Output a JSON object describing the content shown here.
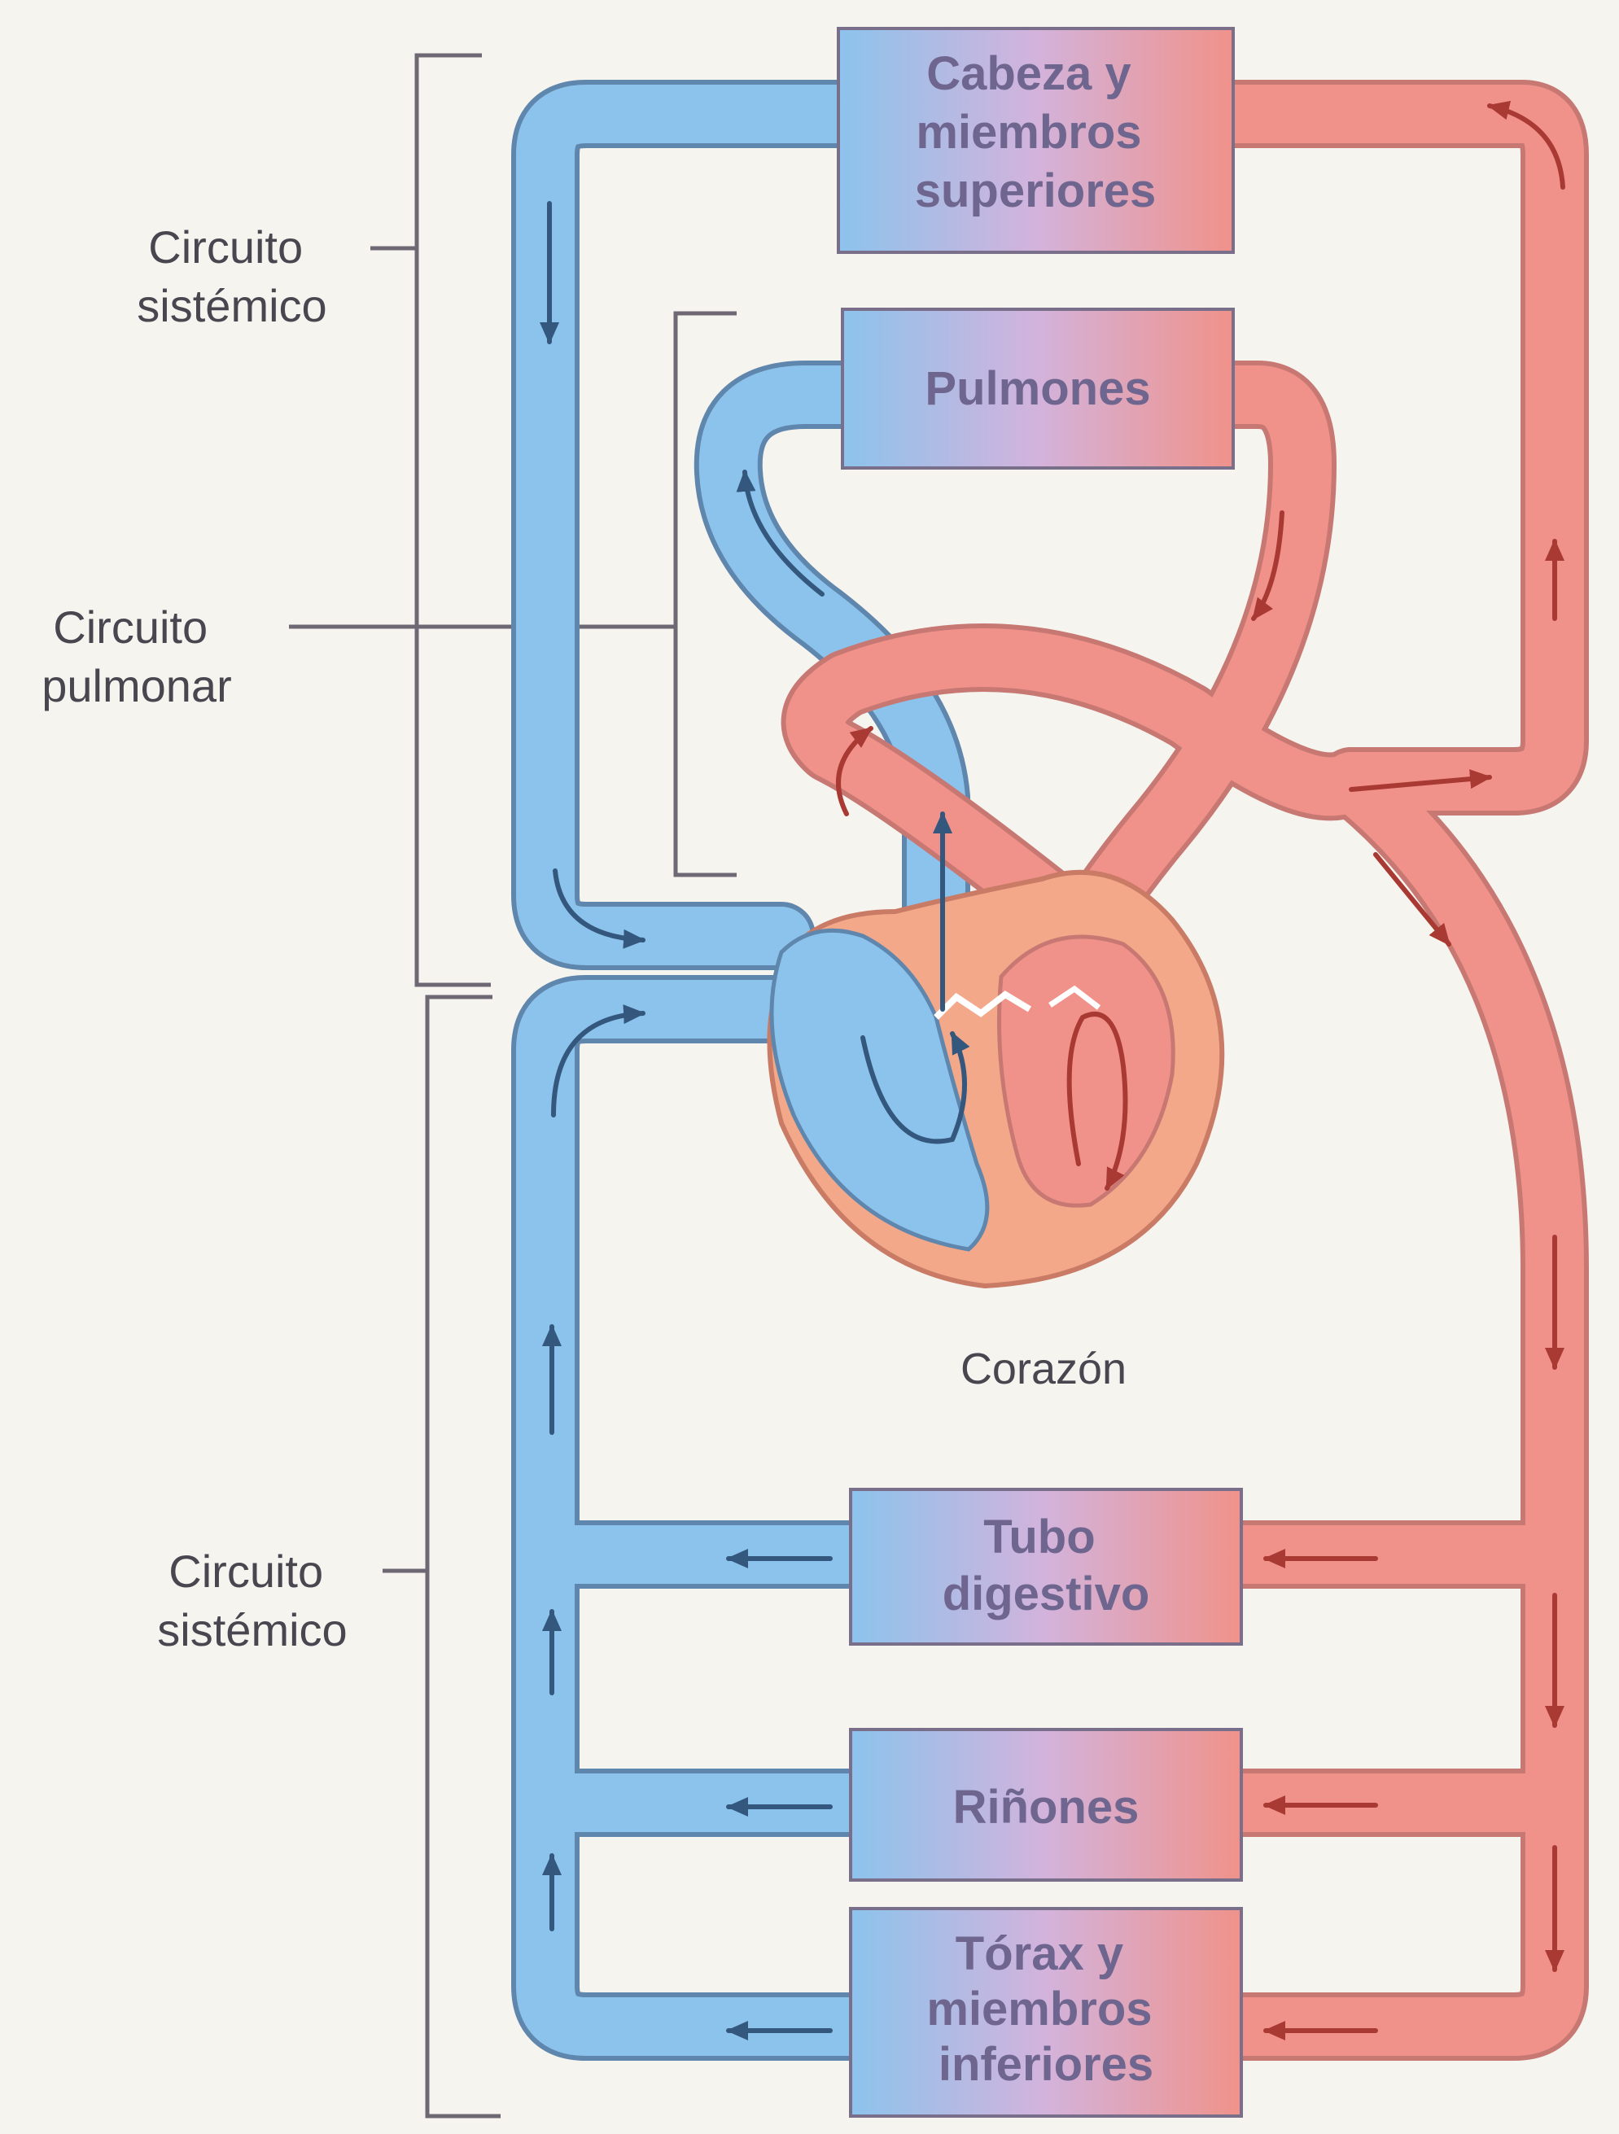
{
  "colors": {
    "background": "#f6f4ef",
    "deoxygenated_blood": "#8cc3ec",
    "oxygenated_blood": "#f0928a",
    "vessel_outline": "#5f86ad",
    "arrow_blue": "#34577d",
    "arrow_red": "#a93a33",
    "bracket_line": "#6e6875",
    "label_text": "#4a4650",
    "heart_muscle": "#f2a889"
  },
  "labels": {
    "systemic_upper": [
      "Circuito",
      "sistémico"
    ],
    "pulmonary": [
      "Circuito",
      "pulmonar"
    ],
    "systemic_lower": [
      "Circuito",
      "sistémico"
    ],
    "heart": "Corazón"
  },
  "organs": {
    "head": [
      "Cabeza y",
      "miembros",
      "superiores"
    ],
    "lungs": [
      "Pulmones"
    ],
    "digestive": [
      "Tubo",
      "digestivo"
    ],
    "kidneys": [
      "Riñones"
    ],
    "thorax": [
      "Tórax y",
      "miembros",
      "inferiores"
    ]
  },
  "icons": {
    "flow_arrow": "flow-arrow-icon",
    "heart": "heart-icon"
  }
}
